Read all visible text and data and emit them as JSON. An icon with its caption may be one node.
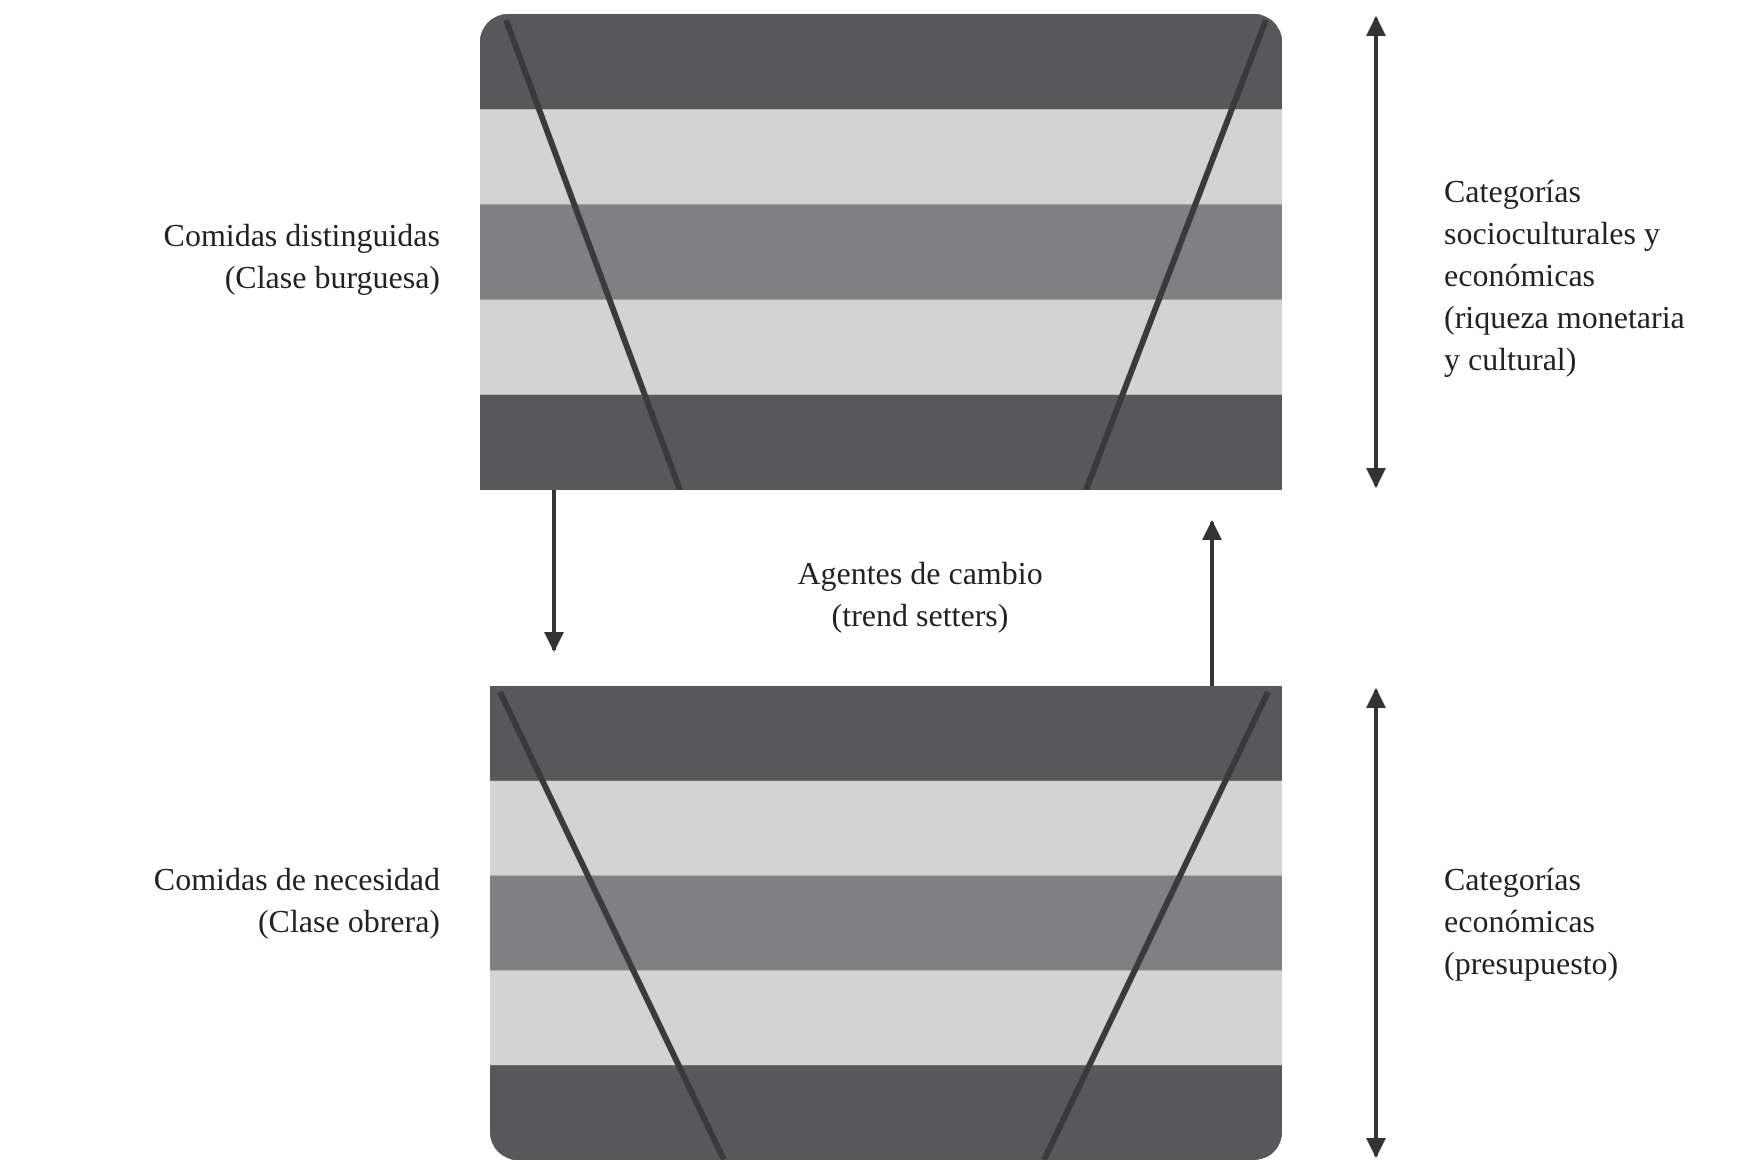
{
  "diagram": {
    "nodes": [
      {
        "text": [],
        "shape": "box"
      },
      {
        "text": [],
        "shape": "box"
      }
    ],
    "edges": [
      {
        "from": 0,
        "to": 1,
        "arrow": "to"
      },
      {
        "from": 1,
        "to": 0,
        "arrow": "to"
      }
    ],
    "labels": [
      "Comidas distinguidas (Clase burguesa)",
      "Categorías socioculturales y económicas (riqueza monetaria y cultural)",
      "Agentes de cambio (trend setters)",
      "Comidas de necesidad (Clase obrera)",
      "Categorías económicas (presupuesto)"
    ]
  }
}
